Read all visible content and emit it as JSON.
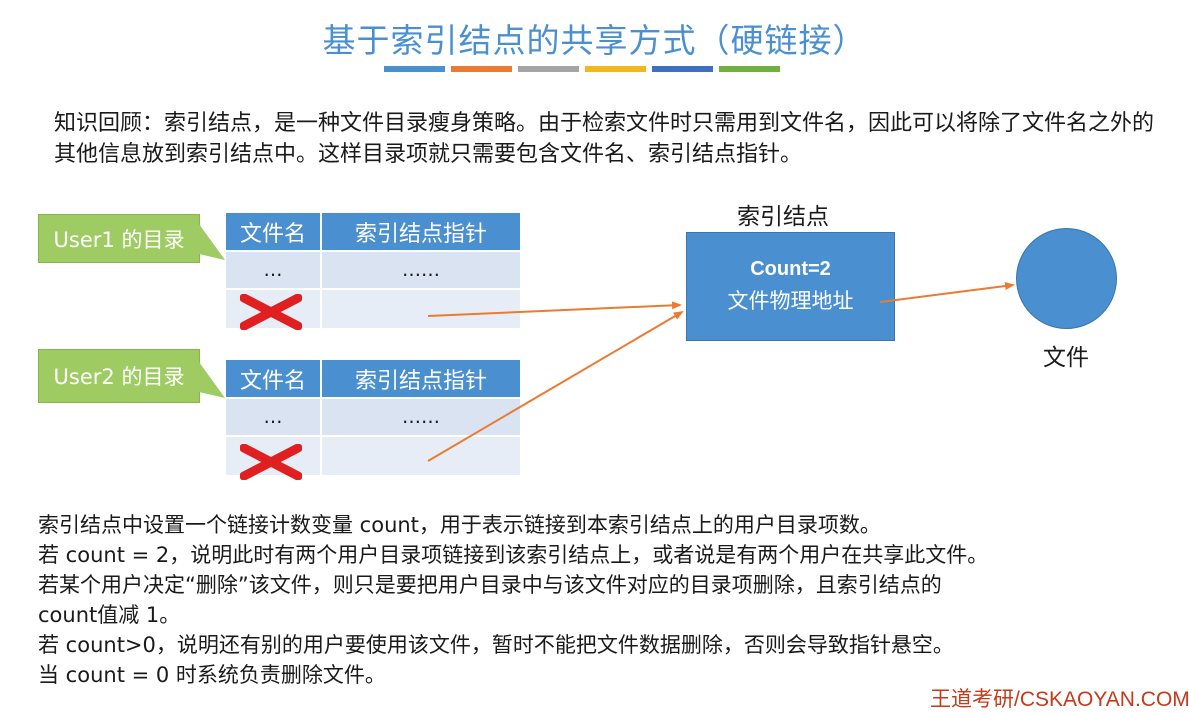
{
  "title": "基于索引结点的共享方式（硬链接）",
  "title_bar_colors": [
    "#4a8fd0",
    "#e97b32",
    "#a5a5a5",
    "#f0b81e",
    "#3e6fc0",
    "#6fb140"
  ],
  "intro": "知识回顾：索引结点，是一种文件目录瘦身策略。由于检索文件时只需用到文件名，因此可以将除了文件名之外的其他信息放到索引结点中。这样目录项就只需要包含文件名、索引结点指针。",
  "user1": {
    "label": "User1 的目录",
    "headers": [
      "文件名",
      "索引结点指针"
    ],
    "row1": [
      "…",
      "……"
    ]
  },
  "user2": {
    "label": "User2 的目录",
    "headers": [
      "文件名",
      "索引结点指针"
    ],
    "row1": [
      "…",
      "……"
    ]
  },
  "inode": {
    "label": "索引结点",
    "count": "Count=2",
    "address": "文件物理地址"
  },
  "file_label": "文件",
  "notes": [
    "索引结点中设置一个链接计数变量 count，用于表示链接到本索引结点上的用户目录项数。",
    "若 count = 2，说明此时有两个用户目录项链接到该索引结点上，或者说是有两个用户在共享此文件。",
    "若某个用户决定“删除”该文件，则只是要把用户目录中与该文件对应的目录项删除，且索引结点的",
    "count值减 1。",
    "若 count>0，说明还有别的用户要使用该文件，暂时不能把文件数据删除，否则会导致指针悬空。",
    "当 count = 0 时系统负责删除文件。"
  ],
  "footer": "王道考研/CSKAOYAN.COM",
  "colors": {
    "accent": "#4a8fd0",
    "callout": "#9ecc62",
    "arrow": "#e97b32",
    "xmark": "#e02020"
  }
}
